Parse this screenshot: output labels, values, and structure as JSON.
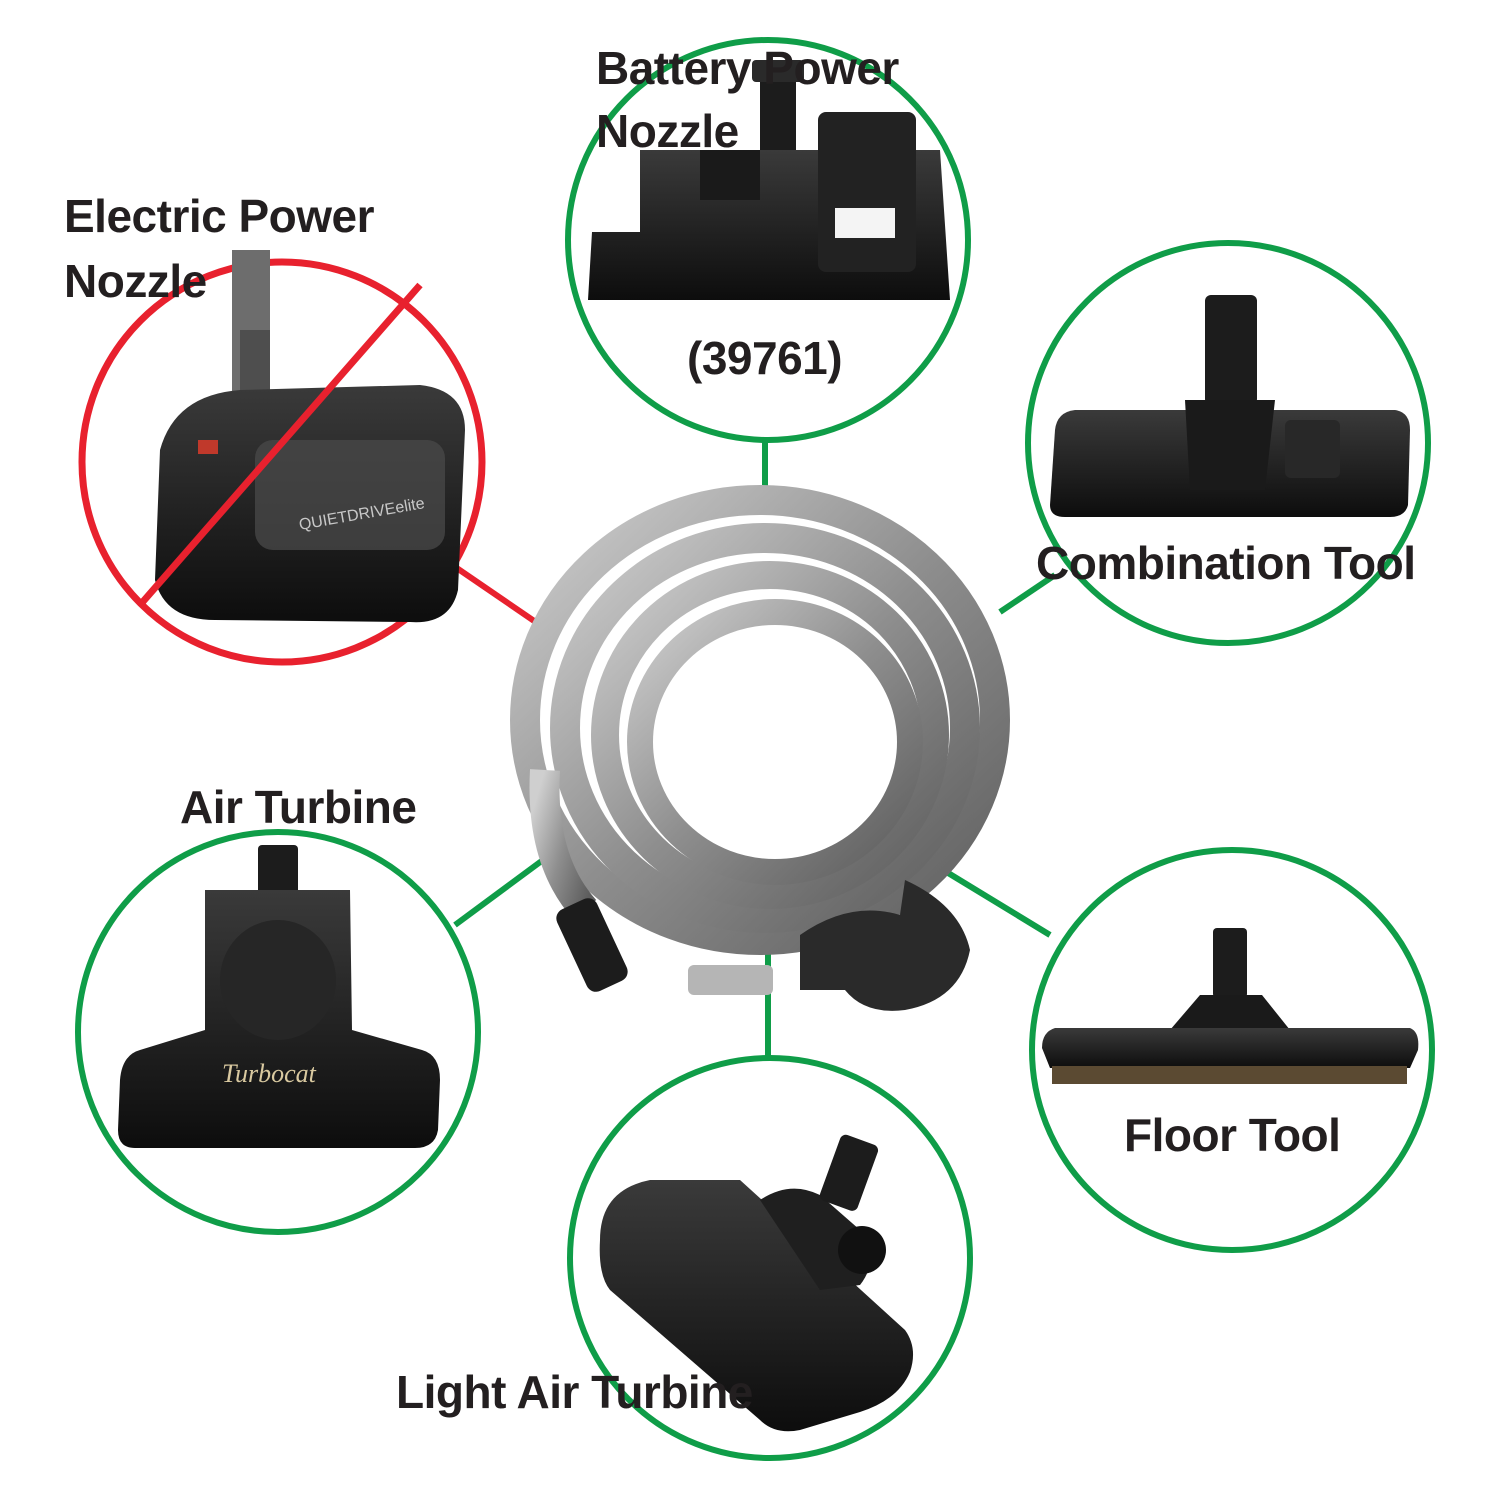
{
  "colors": {
    "compatible": "#0f9d48",
    "incompatible": "#e8212e",
    "text": "#231f20",
    "product_black": "#151515",
    "hose_silver": "#9a9a9a"
  },
  "hub": {
    "name": "central vacuum hose"
  },
  "attachments": [
    {
      "key": "battery",
      "label_line1": "Battery Power",
      "label_line2": "Nozzle",
      "part_number": "(39761)",
      "compatible": true
    },
    {
      "key": "electric",
      "label_line1": "Electric Power",
      "label_line2": "Nozzle",
      "compatible": false,
      "icon": "prohibition-slash"
    },
    {
      "key": "combination",
      "label": "Combination Tool",
      "compatible": true
    },
    {
      "key": "air-turbine",
      "label": "Air Turbine",
      "brand_mark": "Turbocat",
      "compatible": true
    },
    {
      "key": "floor",
      "label": "Floor Tool",
      "compatible": true
    },
    {
      "key": "light-air-turbine",
      "label": "Light Air Turbine",
      "compatible": true
    }
  ],
  "electric_nozzle_brand": "QUIETDRIVEelite"
}
